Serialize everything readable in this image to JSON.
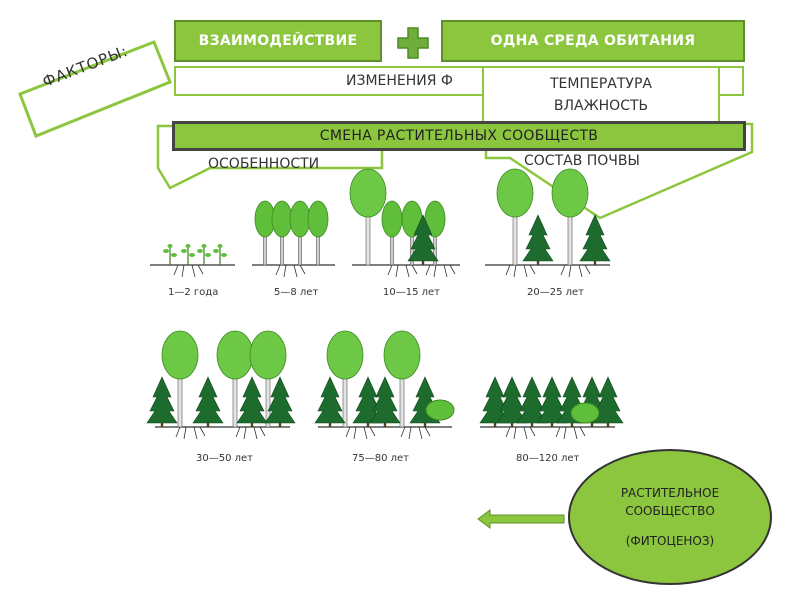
{
  "factors_label": "ФАКТОРЫ:",
  "boxes": {
    "interaction": "ВЗАИМОДЕЙСТВИЕ",
    "habitat": "ОДНА СРЕДА ОБИТАНИЯ",
    "changes": "ИЗМЕНЕНИЯ Ф",
    "climate_line1": "ТЕМПЕРАТУРА",
    "climate_line2": "ВЛАЖНОСТЬ",
    "succession": "СМЕНА РАСТИТЕЛЬНЫХ СООБЩЕСТВ",
    "features": "ОСОБЕННОСТИ",
    "soil": "СОСТАВ ПОЧВЫ"
  },
  "stages": [
    "1—2 года",
    "5—8 лет",
    "10—15 лет",
    "20—25 лет",
    "30—50 лет",
    "75—80 лет",
    "80—120 лет"
  ],
  "community": {
    "line1": "РАСТИТЕЛЬНОЕ",
    "line2": "СООБЩЕСТВО",
    "line3": "(ФИТОЦЕНОЗ)"
  },
  "colors": {
    "accent": "#8cc63f",
    "accent_dark": "#5e8f2a",
    "plus": "#6fae3a"
  }
}
